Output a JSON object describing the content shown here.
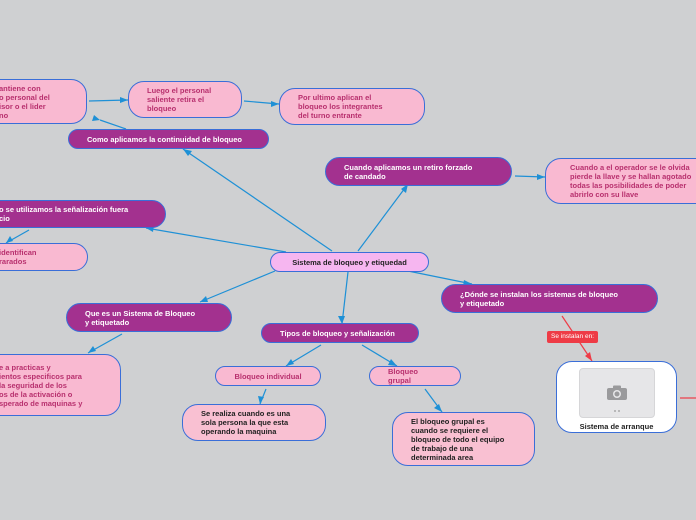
{
  "nodes": {
    "central": "Sistema de bloqueo y etiquedad",
    "continuidad": "Como aplicamos la continuidad de bloqueo",
    "mantiene": "antiene con\no personal del\nisor o el lider\nno",
    "luego": "Luego el personal\nsaliente retira el\nbloqueo",
    "ultimo": "Por ultimo aplican el\nbloqueo los integrantes\ndel turno entrante",
    "retiro": "Cuando aplicamos un retiro forzado\nde candado",
    "operador": "Cuando a el operador se le olvida\npierde la llave y se hallan agotado\ntodas las posibilidades de poder\nabrirlo con su llave",
    "senalizacion": "o se utilizamos la señalización fuera\ncio",
    "identifican": "identifican\nrarados",
    "donde": "¿Dónde se instalan los sistemas de bloqueo\ny etiquetado",
    "quees": "Que es un Sistema de Bloqueo\ny etiquetado",
    "practicas": "e a practicas y\nientos especificos para\nla seguridad de los\nos de la activación o\nsperado de maquinas y",
    "tipos": "Tipos de bloqueo y señalización",
    "individual": "Bloqueo individual",
    "grupal": "Bloqueo grupal",
    "individual_desc": "Se realiza cuando es una\nsola persona la que esta\noperando la maquina",
    "grupal_desc": "El bloqueo grupal es\ncuando se requiere el\nbloqueo de todo el equipo\nde trabajo de una\ndeterminada area"
  },
  "relation_label": "Se instalan en:",
  "image_card": {
    "caption": "Sistema de arranque",
    "icon": "camera-icon"
  },
  "colors": {
    "background": "#cfd0d2",
    "main_topic": "#a3318f",
    "subtopic": "#f9b9d1",
    "central": "#f6b6f0",
    "connector": "#1e90d6",
    "relation": "#ee3b46"
  }
}
